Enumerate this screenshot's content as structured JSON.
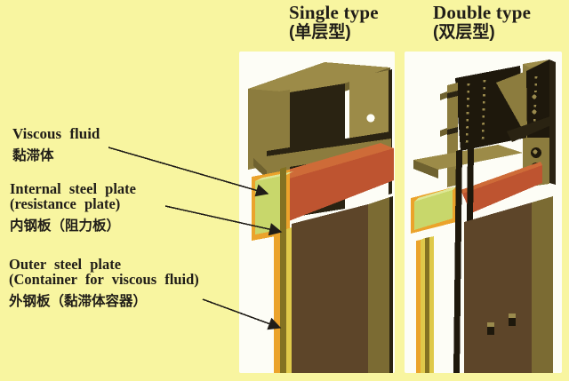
{
  "headings": {
    "single": {
      "en": "Single type",
      "zh": "(单层型)"
    },
    "double": {
      "en": "Double type",
      "zh": "(双层型)"
    }
  },
  "labels": {
    "viscous_fluid": {
      "en": "Viscous fluid",
      "zh": "黏滞体"
    },
    "internal_plate": {
      "en_line1": "Internal steel plate",
      "en_line2": "(resistance plate)",
      "zh": "内钢板（阻力板）"
    },
    "outer_plate": {
      "en_line1": "Outer steel plate",
      "en_line2": "(Container for viscous fluid)",
      "zh": "外钢板（黏滞体容器）"
    }
  },
  "palette": {
    "bg": "#F8F5A0",
    "panel": "#FDFDF6",
    "ink": "#201D18",
    "beam": "#8C7C3E",
    "beamLight": "#9C8B48",
    "beamDark": "#6F6230",
    "shadow": "#2A2312",
    "darkPlate": "#1E180C",
    "wallBrown": "#5D4529",
    "wallOlive": "#7B6B33",
    "red": "#BE5430",
    "redLight": "#CE6B38",
    "orange": "#EBA32B",
    "fluid": "#C8D76B",
    "fluidLight": "#DEE795",
    "stripYellow": "#DFC94A",
    "stripOlive": "#837222",
    "boltRing": "#9A8A4D"
  }
}
